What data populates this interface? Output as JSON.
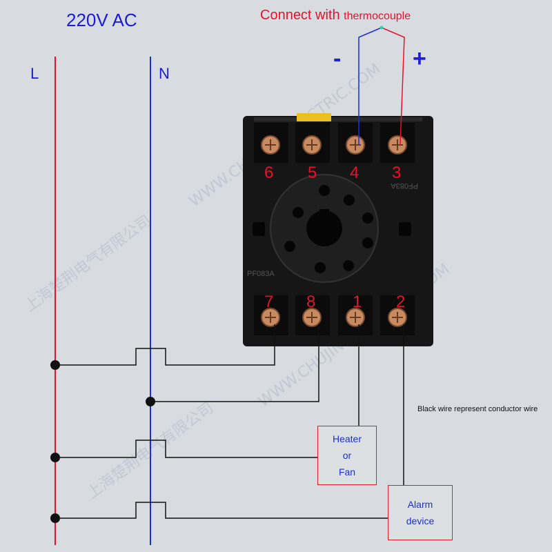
{
  "supply": {
    "title": "220V AC",
    "line_label": "L",
    "neutral_label": "N"
  },
  "thermocouple": {
    "label_main": "Connect with ",
    "label_small": "thermocouple",
    "minus": "-",
    "plus": "+"
  },
  "socket": {
    "top_terminals": [
      "6",
      "5",
      "4",
      "3"
    ],
    "bottom_terminals": [
      "7",
      "8",
      "1",
      "2"
    ],
    "model_top": "PF083A",
    "model_side": "PF083A"
  },
  "loads": {
    "heater": [
      "Heater",
      "or",
      "Fan"
    ],
    "alarm": [
      "Alarm",
      "device"
    ]
  },
  "note": "Black wire represent conductor wire",
  "watermarks": [
    "WWW.CHUJING ELECTRIC.COM",
    "上海楚荆电气有限公司",
    "WWW.CHUJING ELECTRIC.COM",
    "上海楚荆电气有限公司"
  ],
  "colors": {
    "line": "#e8102a",
    "neutral": "#1a2fd0",
    "conductor": "#111111",
    "label_red": "#e8102a",
    "label_blue": "#1a1adc"
  }
}
